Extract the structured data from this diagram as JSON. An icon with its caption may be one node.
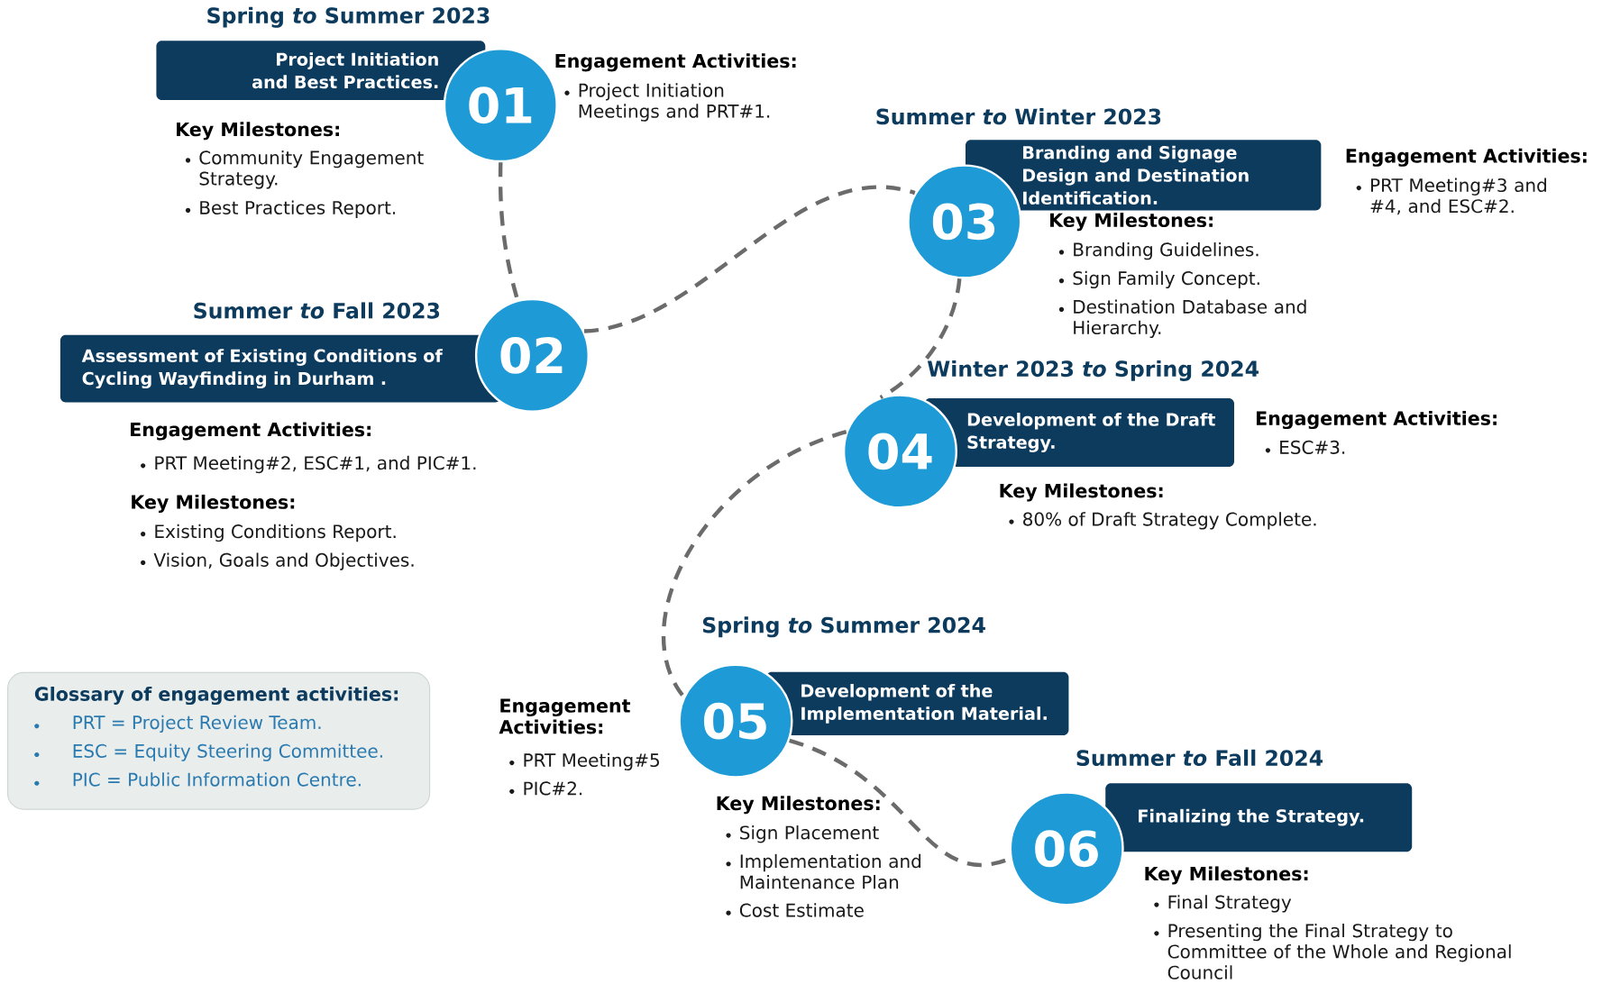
{
  "diagram": {
    "nodes": [
      {
        "text": [
          "Project Initiation and Best Practices."
        ],
        "beside": [
          "Spring *to* Summer 2023"
        ]
      },
      {
        "text": [
          "01"
        ]
      },
      {
        "text": [
          "Assessment of Existing Conditions of Cycling Wayfinding in Durham ."
        ],
        "beside": [
          "Summer *to* Fall 2023"
        ]
      },
      {
        "text": [
          "02"
        ]
      },
      {
        "text": [
          "Branding and Signage Design and Destination Identification."
        ],
        "beside": [
          "Summer *to* Winter 2023"
        ]
      },
      {
        "text": [
          "03"
        ]
      },
      {
        "text": [
          "Development of the Draft Strategy."
        ],
        "beside": [
          "Winter 2023 *to* Spring 2024"
        ]
      },
      {
        "text": [
          "04"
        ]
      },
      {
        "text": [
          "Glossary of engagement activities:",
          "PRT = Project Review Team.",
          "ESC = Equity Steering Committee.",
          "PIC = Public Information Centre."
        ]
      },
      {
        "text": [
          "Development of the Implementation Material."
        ],
        "beside": [
          "Spring *to* Summer 2024"
        ]
      },
      {
        "text": [
          "05"
        ]
      },
      {
        "text": [
          "Finalizing the Strategy."
        ],
        "beside": [
          "Summer *to* Fall 2024"
        ]
      },
      {
        "text": [
          "06"
        ]
      }
    ],
    "edges": [
      {
        "from": 1,
        "to": 3,
        "arrow": "none",
        "style": "dashed"
      },
      {
        "from": 3,
        "to": 5,
        "arrow": "none",
        "style": "dashed"
      },
      {
        "from": 5,
        "to": 7,
        "arrow": "none",
        "style": "dashed"
      },
      {
        "from": 7,
        "to": 10,
        "arrow": "none",
        "style": "dashed"
      },
      {
        "from": 10,
        "to": 12,
        "arrow": "none",
        "style": "dashed"
      }
    ],
    "labels": [
      "Engagement Activities:",
      "Project Initiation Meetings and PRT#1.",
      "Key Milestones:",
      "Community Engagement Strategy.",
      "Best Practices Report.",
      "Engagement Activities:",
      "PRT Meeting#2, ESC#1, and PIC#1.",
      "Key Milestones:",
      "Existing Conditions Report.",
      "Vision, Goals and Objectives.",
      "Engagement Activities:",
      "PRT Meeting#3 and #4, and ESC#2.",
      "Key Milestones:",
      "Branding Guidelines.",
      "Sign Family Concept.",
      "Destination Database and Hierarchy.",
      "Engagement Activities:",
      "ESC#3.",
      "Key Milestones:",
      "80% of Draft Strategy Complete.",
      "Engagement Activities:",
      "PRT Meeting#5",
      "PIC#2.",
      "Key Milestones:",
      "Sign Placement",
      "Implementation and Maintenance Plan",
      "Cost Estimate",
      "Key Milestones:",
      "Final Strategy",
      "Presenting the Final Strategy to Committee of the Whole and Regional Council"
    ]
  }
}
